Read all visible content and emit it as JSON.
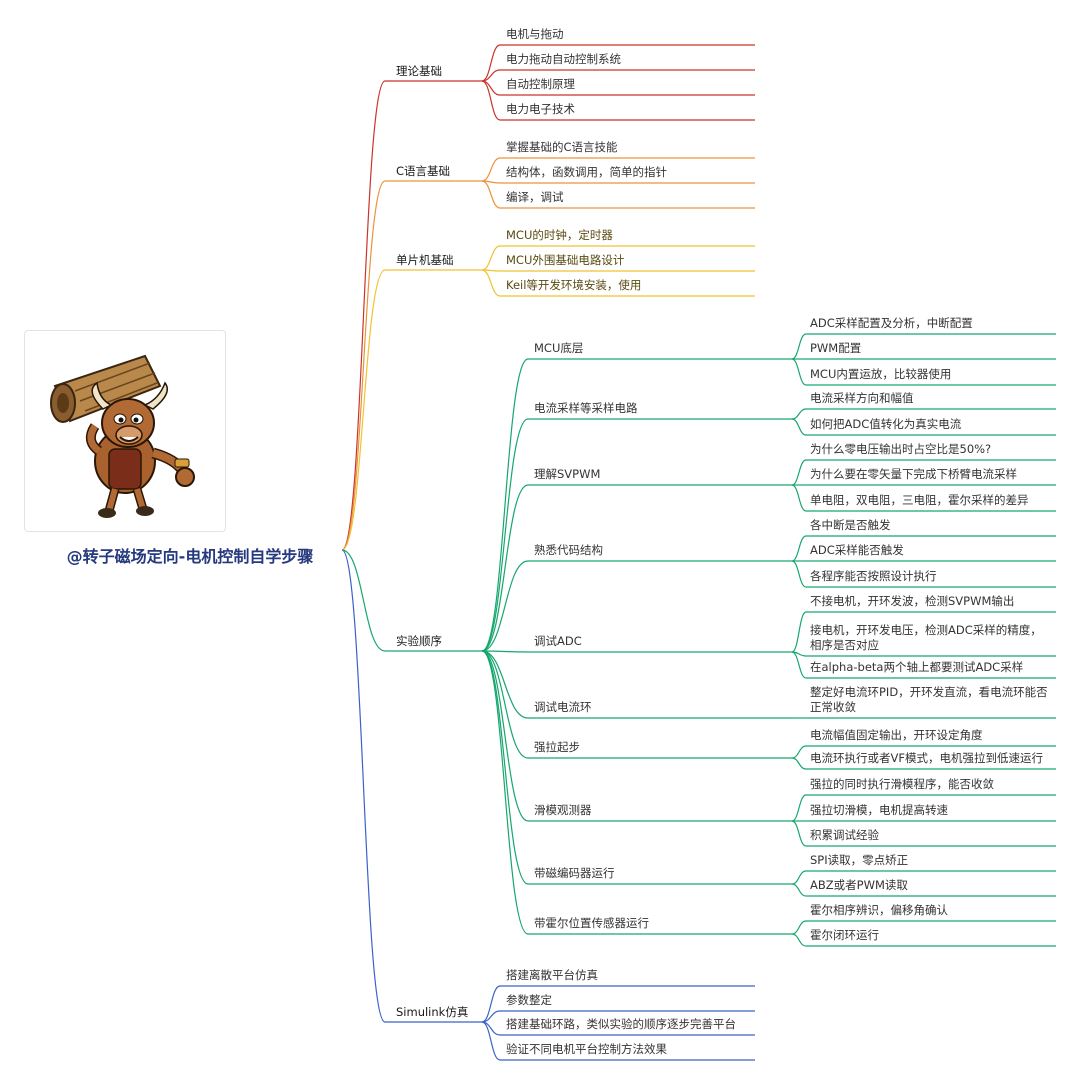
{
  "root": {
    "title": "@转子磁场定向-电机控制自学步骤",
    "image": "bull-mascot-carrying-log"
  },
  "colors": {
    "theory": "#c9342b",
    "clang": "#e9933a",
    "mcu": "#f1c232",
    "experiment": "#16a66e",
    "simulink": "#3a62c8",
    "root_text": "#253a7e"
  },
  "theory": {
    "label": "理论基础",
    "items": [
      "电机与拖动",
      "电力拖动自动控制系统",
      "自动控制原理",
      "电力电子技术"
    ]
  },
  "clang": {
    "label": "C语言基础",
    "items": [
      "掌握基础的C语言技能",
      "结构体，函数调用，简单的指针",
      "编译，调试"
    ]
  },
  "mcu": {
    "label": "单片机基础",
    "items": [
      "MCU的时钟，定时器",
      "MCU外围基础电路设计",
      "Keil等开发环境安装，使用"
    ]
  },
  "experiment": {
    "label": "实验顺序",
    "groups": [
      {
        "label": "MCU底层",
        "items": [
          "ADC采样配置及分析，中断配置",
          "PWM配置",
          " MCU内置运放，比较器使用"
        ]
      },
      {
        "label": "电流采样等采样电路",
        "items": [
          "电流采样方向和幅值",
          "如何把ADC值转化为真实电流"
        ]
      },
      {
        "label": "理解SVPWM",
        "items": [
          "为什么零电压输出时占空比是50%?",
          "为什么要在零矢量下完成下桥臂电流采样",
          "单电阻，双电阻，三电阻，霍尔采样的差异"
        ]
      },
      {
        "label": "熟悉代码结构",
        "items": [
          "各中断是否触发",
          "ADC采样能否触发",
          "各程序能否按照设计执行"
        ]
      },
      {
        "label": "调试ADC",
        "items": [
          "不接电机，开环发波，检测SVPWM输出",
          "接电机，开环发电压，检测ADC采样的精度，相序是否对应",
          "在alpha-beta两个轴上都要测试ADC采样"
        ]
      },
      {
        "label": "调试电流环",
        "items": [
          "整定好电流环PID，开环发直流，看电流环能否正常收敛"
        ]
      },
      {
        "label": "强拉起步",
        "items": [
          "电流幅值固定输出，开环设定角度",
          "电流环执行或者VF模式，电机强拉到低速运行"
        ]
      },
      {
        "label": "滑模观测器",
        "items": [
          "强拉的同时执行滑模程序，能否收敛",
          "强拉切滑模，电机提高转速",
          "积累调试经验"
        ]
      },
      {
        "label": "带磁编码器运行",
        "items": [
          "SPI读取，零点矫正",
          "ABZ或者PWM读取"
        ]
      },
      {
        "label": "带霍尔位置传感器运行",
        "items": [
          "霍尔相序辨识，偏移角确认",
          "霍尔闭环运行"
        ]
      }
    ]
  },
  "simulink": {
    "label": "Simulink仿真",
    "items": [
      "搭建离散平台仿真",
      "参数整定",
      "搭建基础环路，类似实验的顺序逐步完善平台",
      "验证不同电机平台控制方法效果"
    ]
  }
}
